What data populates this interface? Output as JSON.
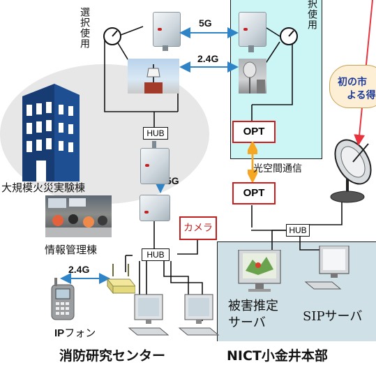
{
  "labels": {
    "select_use_left": "選択使用",
    "select_use_right": "択使用",
    "link_5g_top": "5G",
    "link_24g_top": "2.4G",
    "link_5g_vertical": "5G",
    "link_24g_phone": "2.4G",
    "hub_upper": "HUB",
    "hub_lower": "HUB",
    "hub_nict": "HUB",
    "opt_upper": "OPT",
    "opt_lower": "OPT",
    "optical_comm": "光空間通信",
    "building_fire": "大規模火災実験棟",
    "building_info": "情報管理棟",
    "camera": "カメラ",
    "ip_phone_bold": "IP",
    "ip_phone_rest": "フォン",
    "damage_server_line1": "被害推定",
    "damage_server_line2": "サーバ",
    "sip_server": "SIPサーバ",
    "callout_line1": "初の市",
    "callout_line2": "よる得",
    "site_left": "消防研究センター",
    "site_right": "NICT小金井本部"
  },
  "colors": {
    "cyan_panel": "#ccf5f6",
    "nict_panel": "#cfe0e6",
    "fire_area": "#e8e8e8",
    "link_blue": "#2f84c8",
    "opt_red": "#d21a1a",
    "laser_orange": "#f5a623",
    "callout_text": "#1b3a9a",
    "callout_fill": "#fcefd6",
    "beam_red": "#e8333f"
  }
}
